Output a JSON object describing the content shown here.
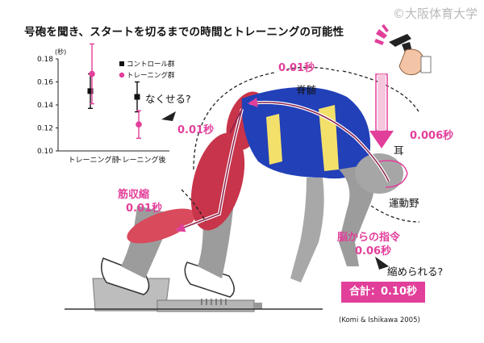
{
  "title": "号砲を聞き、スタートを切るまでの時間とトレーニングの可能性",
  "watermark": "©大阪体育大学",
  "citation": "(Komi & Ishikawa 2005)",
  "labels": {
    "spine": "脊髄",
    "ear": "耳",
    "motor_cortex": "運動野",
    "eliminate_q": "なくせる?",
    "shorten_q": "縮められる?",
    "spine_time": "0.01秒",
    "ear_time": "0.006秒",
    "arm_time": "0.01秒",
    "muscle_label": "筋収縮",
    "muscle_time": "0.01秒",
    "brain_label": "脳からの指令",
    "brain_time": "0.06秒",
    "total": "合計：0.10秒"
  },
  "colors": {
    "accent_pink": "#e23f9a",
    "gun_pink": "#e23f9a",
    "shirt_blue": "#2240b8",
    "shirt_yellow": "#f3e06a",
    "body_gray": "#9c9c9c",
    "muscle_red": "#cc3344"
  },
  "icons": [
    "starting-gun-icon",
    "hand-icon",
    "arrow-pink-down-icon"
  ],
  "chart_data": {
    "type": "scatter",
    "title": "",
    "ylabel": "(秒)",
    "xlabel": "",
    "ylim": [
      0.1,
      0.18
    ],
    "yticks": [
      "0.10",
      "0.12",
      "0.14",
      "0.16",
      "0.18"
    ],
    "categories": [
      "トレーニング前",
      "トレーニング後"
    ],
    "legend_placement": "top-right",
    "grid": false,
    "series": [
      {
        "name": "コントロール群",
        "color": "#111111",
        "marker": "square",
        "values": [
          0.152,
          0.147
        ],
        "error": [
          0.015,
          0.013
        ]
      },
      {
        "name": "トレーニング群",
        "color": "#e23f9a",
        "marker": "circle",
        "values": [
          0.167,
          0.123
        ],
        "error": [
          0.026,
          0.012
        ]
      }
    ]
  }
}
